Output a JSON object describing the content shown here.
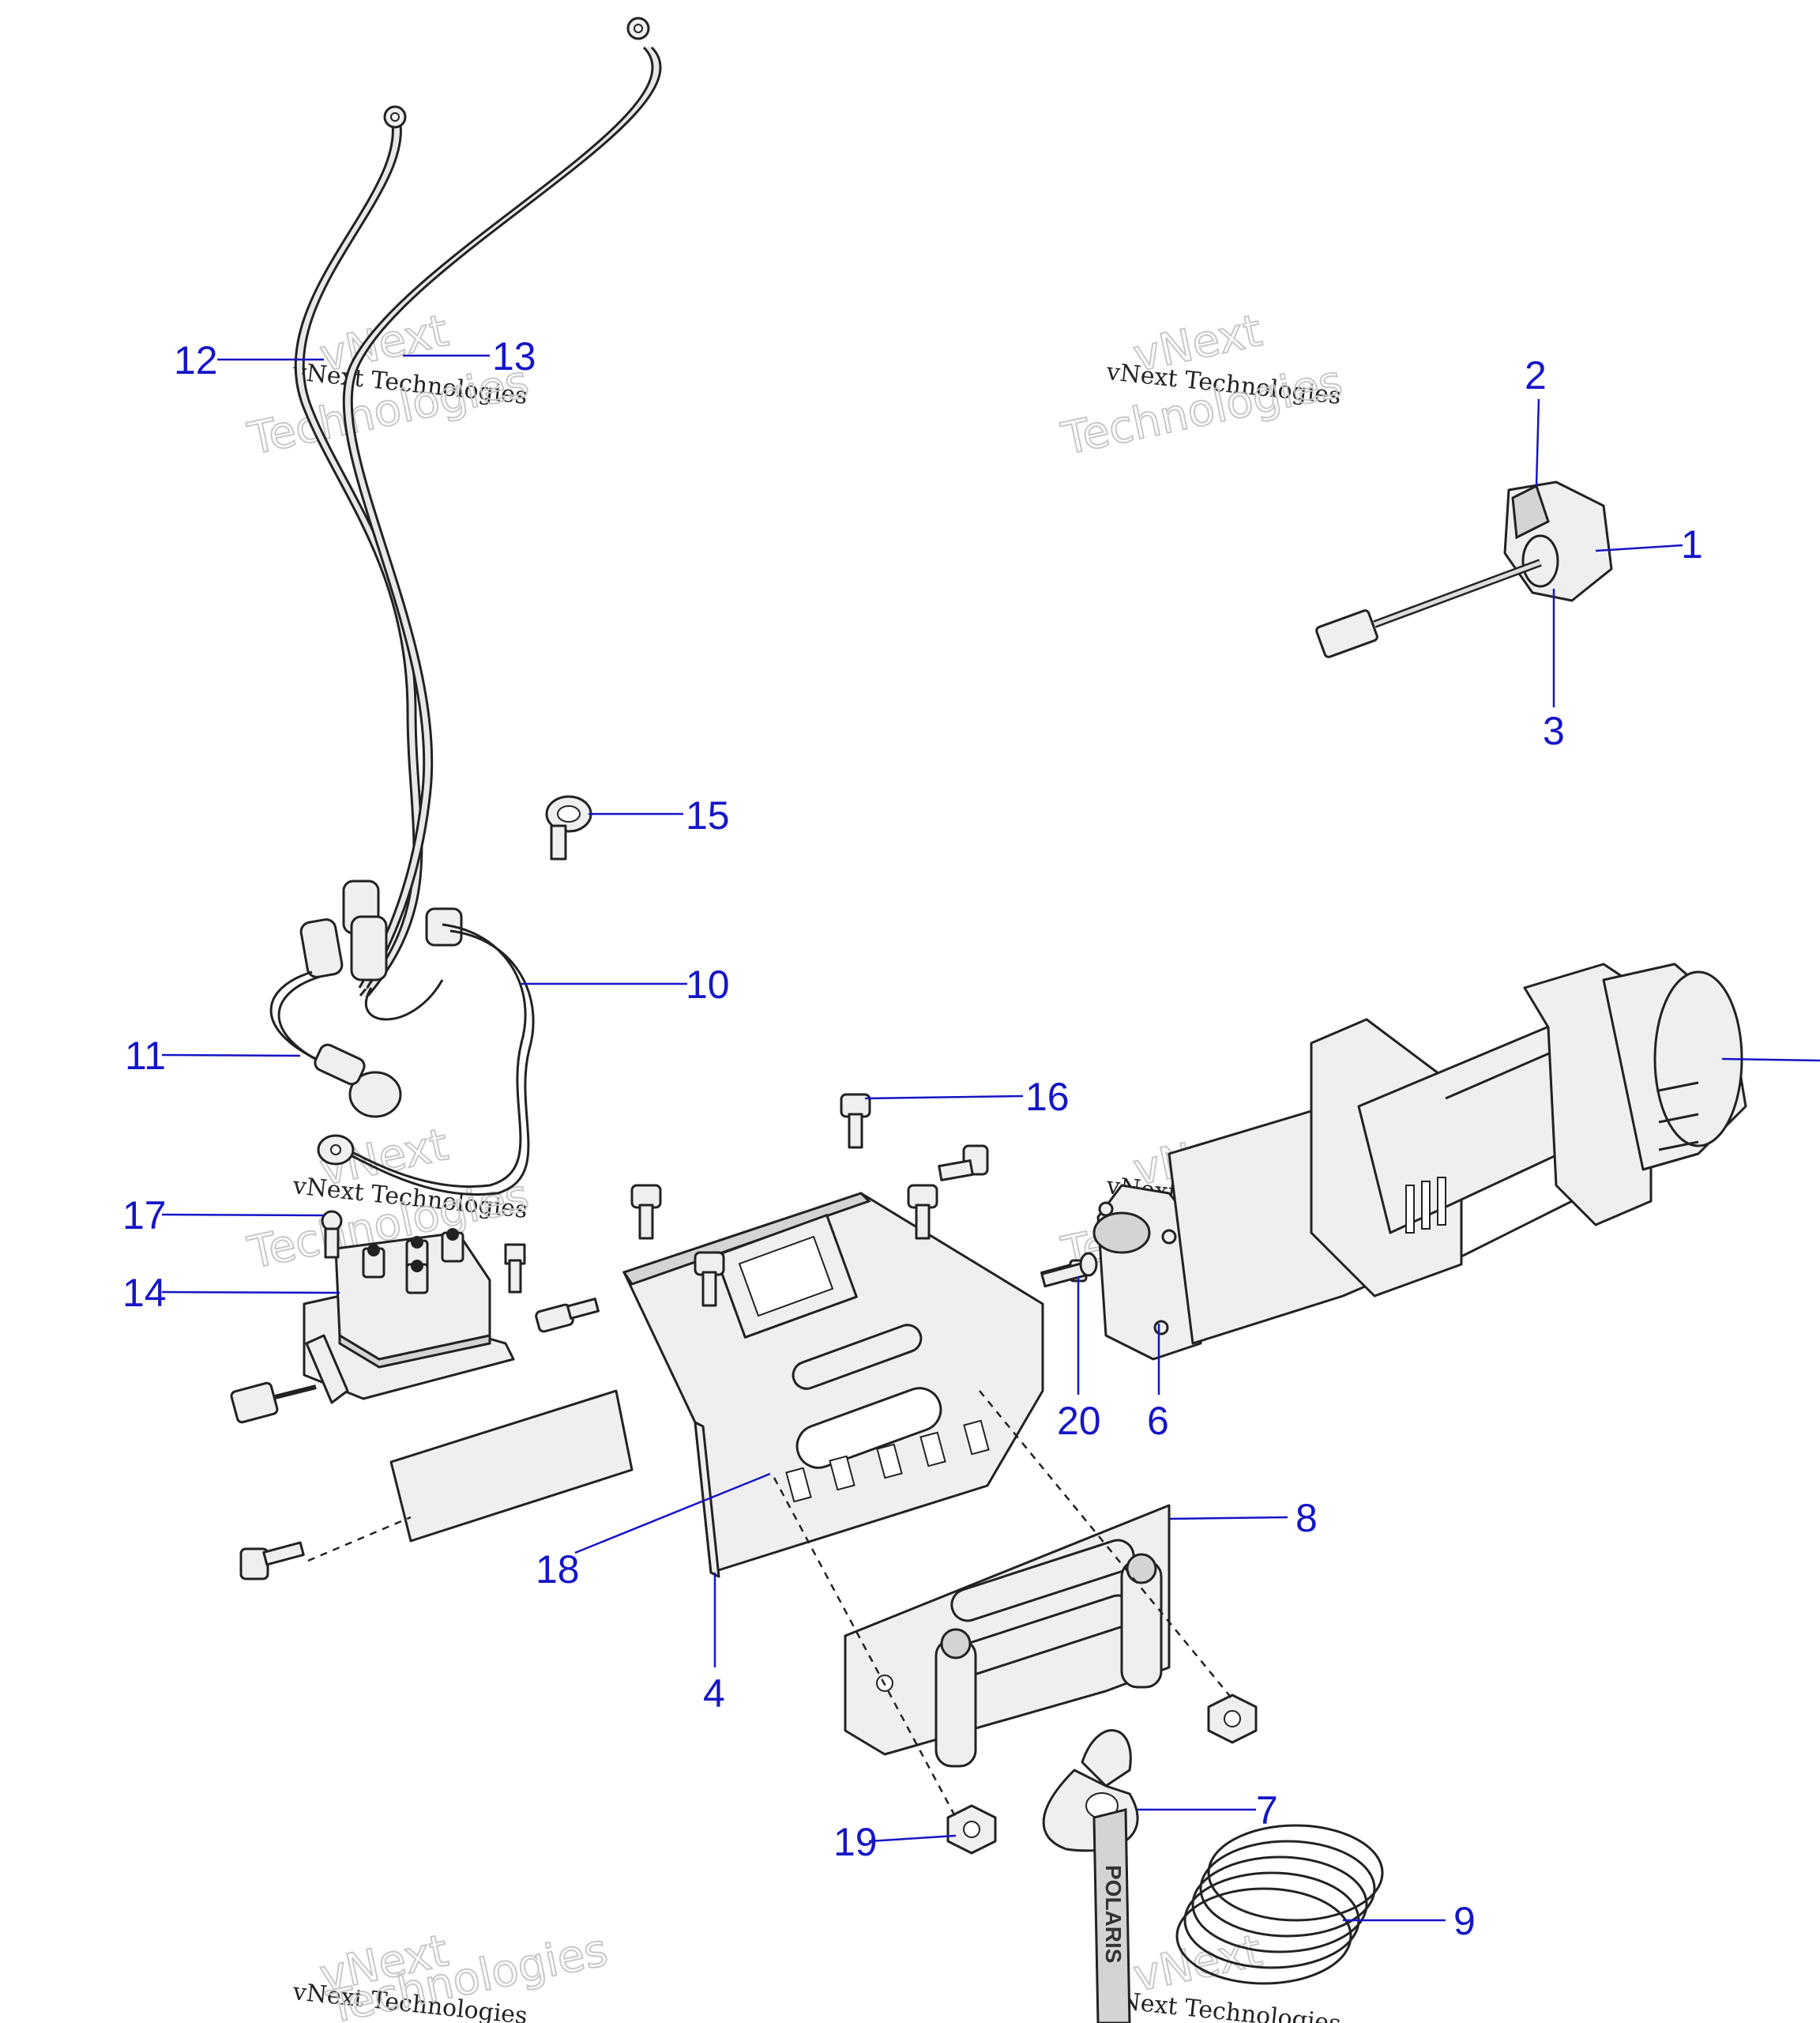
{
  "watermark": {
    "line1": "vNext",
    "line2": "vNext Technologies",
    "line3": "Technologies"
  },
  "callouts": {
    "c1": "1",
    "c2": "2",
    "c3": "3",
    "c4": "4",
    "c6": "6",
    "c7": "7",
    "c8": "8",
    "c9": "9",
    "c10": "10",
    "c11": "11",
    "c12": "12",
    "c13": "13",
    "c14": "14",
    "c15": "15",
    "c16": "16",
    "c17": "17",
    "c18": "18",
    "c19": "19",
    "c20": "20"
  },
  "strap_text": "POLARIS",
  "colors": {
    "callout": "#1515c8",
    "line": "#222222",
    "part_fill": "#efefef"
  }
}
